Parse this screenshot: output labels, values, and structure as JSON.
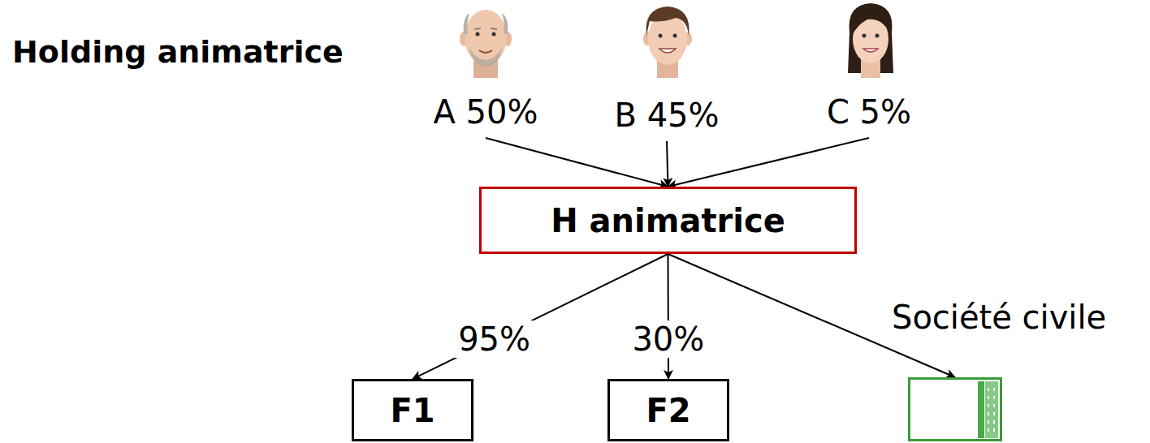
{
  "diagram": {
    "title": "Holding animatrice",
    "nodes": [
      {
        "text": [
          "A 50%"
        ]
      },
      {
        "text": [
          "B 45%"
        ]
      },
      {
        "text": [
          "C 5%"
        ]
      },
      {
        "text": [
          "H animatrice"
        ]
      },
      {
        "text": [
          "F1"
        ]
      },
      {
        "text": [
          "F2"
        ]
      },
      {
        "text": [
          "Société civile"
        ]
      }
    ],
    "edges": [
      {
        "from": 0,
        "to": 3,
        "arrow": "to"
      },
      {
        "from": 1,
        "to": 3,
        "arrow": "to"
      },
      {
        "from": 2,
        "to": 3,
        "arrow": "to"
      },
      {
        "from": 3,
        "to": 4,
        "label": "95%",
        "arrow": "to"
      },
      {
        "from": 3,
        "to": 5,
        "label": "30%",
        "arrow": "to"
      },
      {
        "from": 3,
        "to": 6,
        "arrow": "to"
      }
    ]
  }
}
